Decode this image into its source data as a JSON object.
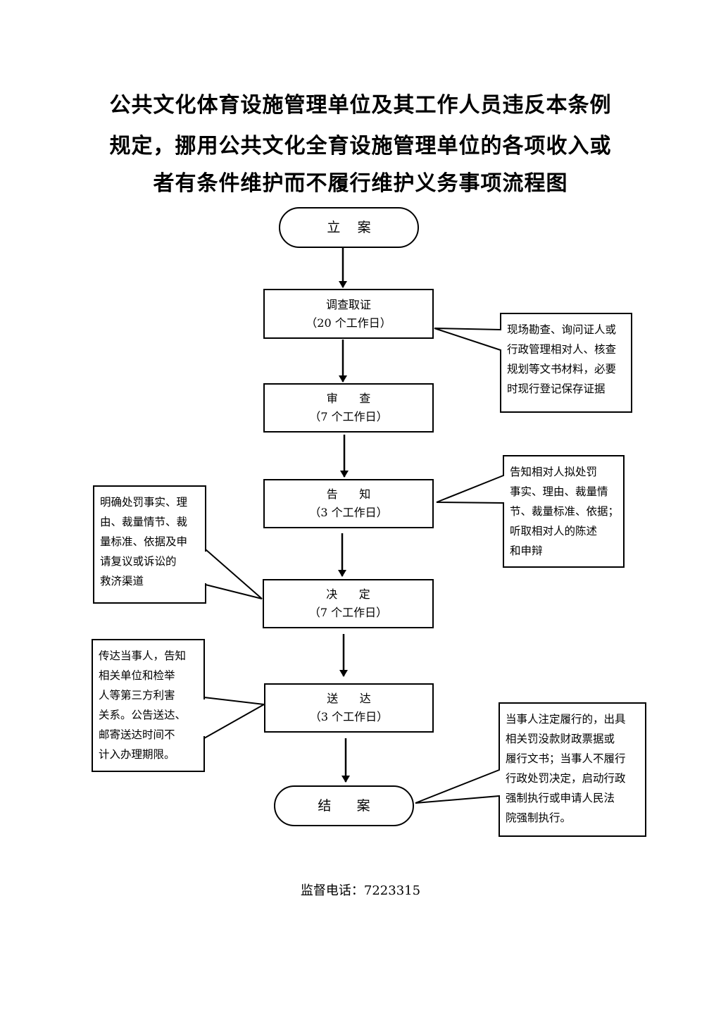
{
  "title": {
    "line1": "公共文化体育设施管理单位及其工作人员违反本条例",
    "line2": "规定，挪用公共文化全育设施管理单位的各项收入或",
    "line3": "者有条件维护而不履行维护义务事项流程图"
  },
  "steps": {
    "start": "立    案",
    "investigate": {
      "name": "调查取证",
      "days": "（20 个工作日）"
    },
    "review": {
      "name": "审      查",
      "days": "（7 个工作日）"
    },
    "notify": {
      "name": "告      知",
      "days": "（3 个工作日）"
    },
    "decide": {
      "name": "决      定",
      "days": "（7 个工作日）"
    },
    "deliver": {
      "name": "送      达",
      "days": "（3 个工作日）"
    },
    "end": "结      案"
  },
  "notes": {
    "investigate": [
      "现场勘查、询问证人或",
      "行政管理相对人、核查",
      "规划等文书材料，必要",
      "时现行登记保存证据"
    ],
    "notify": [
      "告知相对人拟处罚",
      "事实、理由、裁量情",
      "节、裁量标准、依据；",
      "听取相对人的陈述",
      "和申辩"
    ],
    "decide": [
      "明确处罚事实、理",
      "由、裁量情节、裁",
      "量标准、依据及申",
      "请复议或诉讼的",
      "救济渠道"
    ],
    "deliver": [
      "传达当事人，告知",
      "相关单位和检举",
      "人等第三方利害",
      "关系。公告送达、",
      "邮寄送达时间不",
      "计入办理期限。"
    ],
    "end": [
      "当事人注定履行的，出具",
      "相关罚没款财政票据或",
      "履行文书；当事人不履行",
      "行政处罚决定，启动行政",
      "强制执行或申请人民法",
      "院强制执行。"
    ]
  },
  "footer": "监督电话：7223315"
}
